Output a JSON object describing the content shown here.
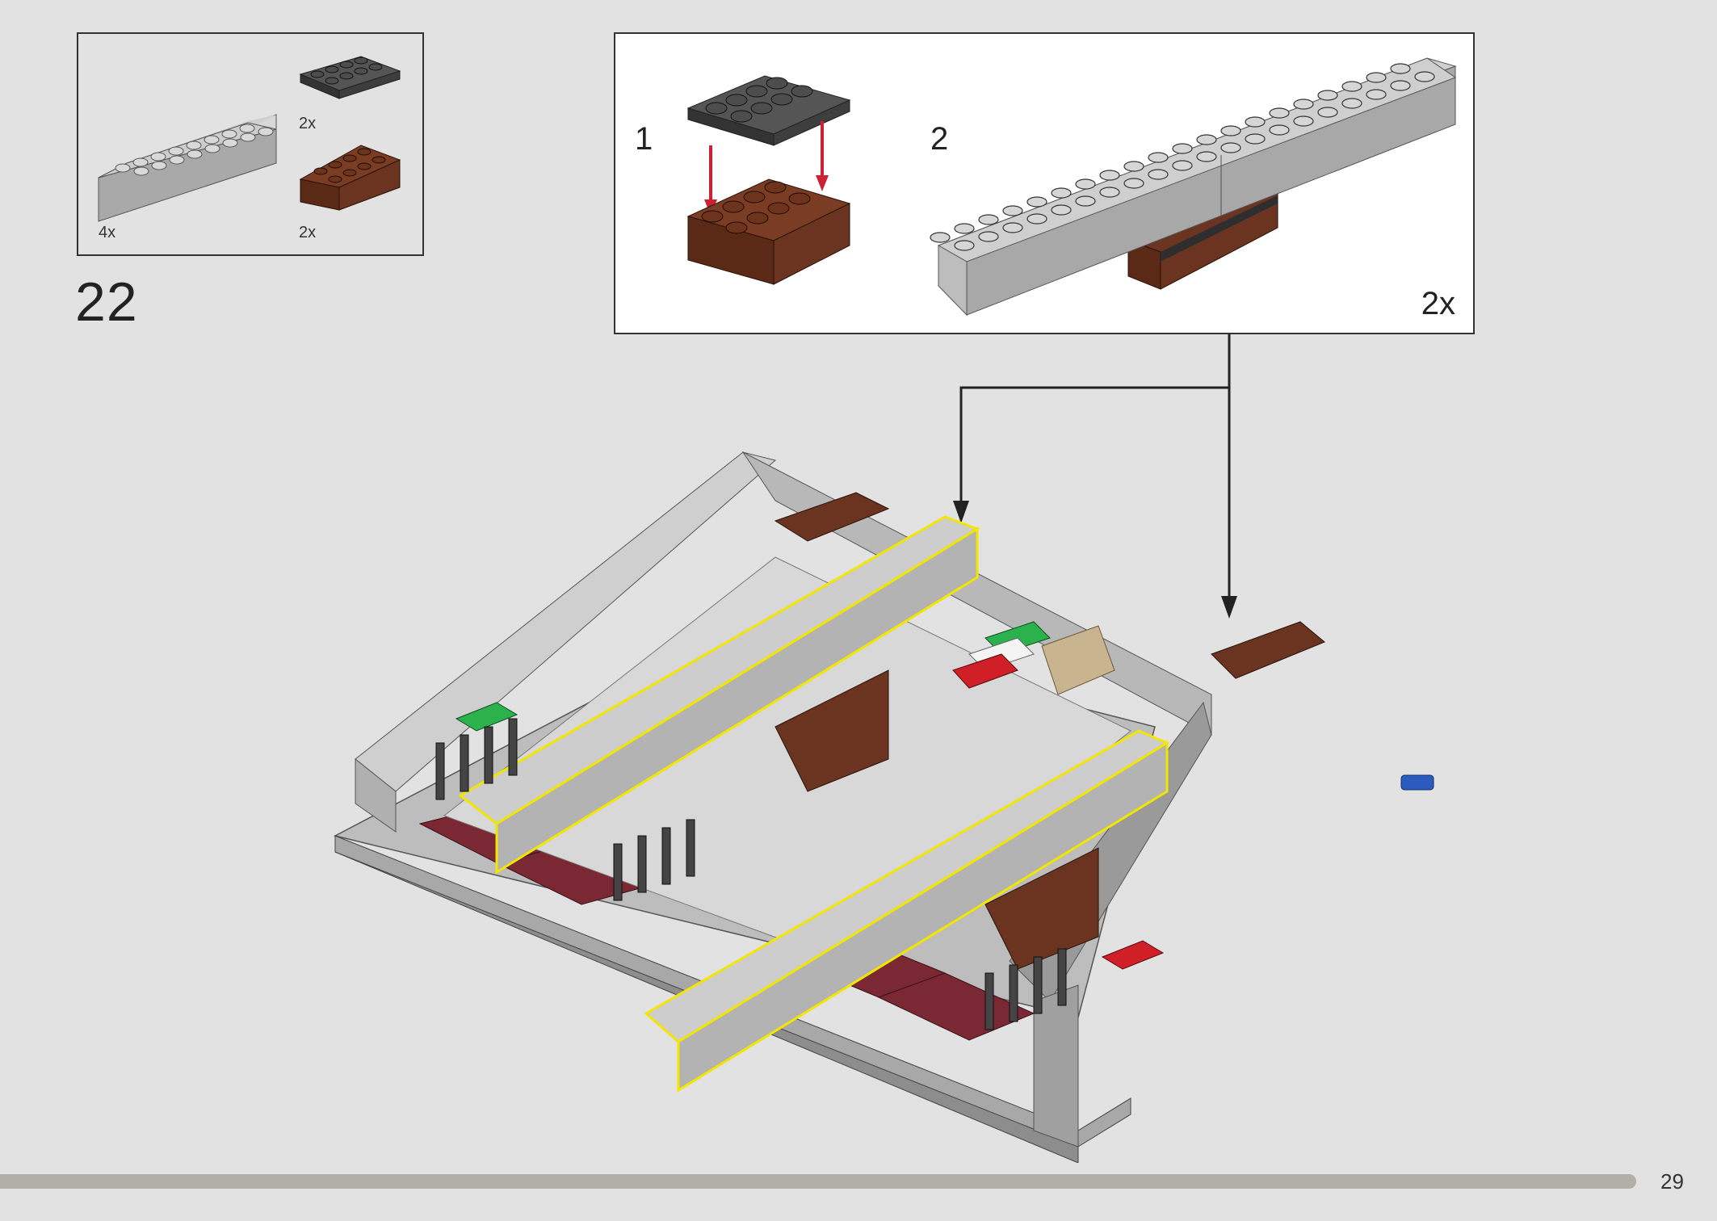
{
  "step": {
    "number": "22"
  },
  "parts_list": [
    {
      "name": "light-gray-brick-2x8",
      "qty": "4x",
      "color": "#c4c4c4"
    },
    {
      "name": "dark-gray-plate-2x4",
      "qty": "2x",
      "color": "#4a4a4a"
    },
    {
      "name": "brown-brick-2x4",
      "qty": "2x",
      "color": "#6a3420"
    }
  ],
  "subassembly": {
    "step1_label": "1",
    "step2_label": "2",
    "multiplier": "2x"
  },
  "colors": {
    "light_gray": "#c4c4c4",
    "dark_gray": "#4a4a4a",
    "brown": "#6a3420",
    "dark_red": "#7a2833",
    "arrow_red": "#cc2233",
    "highlight_yellow": "#f2e600",
    "green": "#2bb24c",
    "red": "#d01f26",
    "blue": "#2a5bbd",
    "tan": "#c8b590"
  },
  "page": {
    "number": "29",
    "progress": 0.95
  }
}
